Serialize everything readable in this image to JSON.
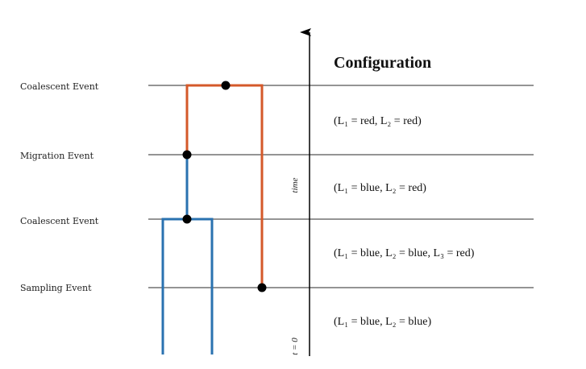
{
  "diagram": {
    "title": "Configuration",
    "axis_label": "time",
    "origin_label": "t = 0",
    "events": [
      {
        "label": "Coalescent Event"
      },
      {
        "label": "Migration Event"
      },
      {
        "label": "Coalescent Event"
      },
      {
        "label": "Sampling Event"
      }
    ],
    "configurations": [
      "(L₁ = red, L₂ = red)",
      "(L₁ = blue, L₂ = red)",
      "(L₁ = blue, L₂ = blue, L₃ = red)",
      "(L₁ = blue, L₂ = blue)"
    ],
    "colors": {
      "red_lineage": "#d4592a",
      "blue_lineage": "#2a72b0",
      "event_line": "#555555",
      "event_dot": "#000000",
      "axis": "#000000"
    }
  }
}
